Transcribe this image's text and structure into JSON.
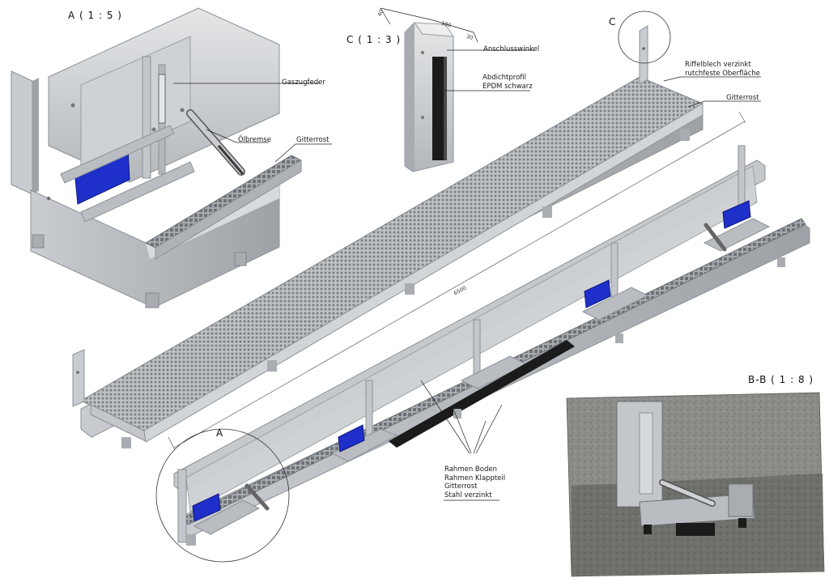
{
  "views": {
    "detail_a": "A ( 1 : 5 )",
    "detail_c": "C ( 1 : 3 )",
    "marker_c": "C",
    "marker_a": "A",
    "section_bb": "B-B ( 1 : 8 )"
  },
  "callouts": {
    "gaszugfeder": "Gaszugfeder",
    "oelbremse": "Ölbremse",
    "gitterrost_a": "Gitterrost",
    "anschlusswinkel": "Anschlusswinkel",
    "abdicht_1": "Abdichtprofil",
    "abdicht_2": "EPDM schwarz",
    "riffel_1": "Riffelblech verzinkt",
    "riffel_2": "rutchfeste Oberfläche",
    "gitterrost_main": "Gitterrost",
    "frame_1": "Rahmen Boden",
    "frame_2": "Rahmen Klappteil",
    "frame_3": "Gitterrost",
    "frame_4": "Stahl verzinkt"
  },
  "dimensions": {
    "length": "6500",
    "d40": "40",
    "d100": "100",
    "d30": "30"
  },
  "colors": {
    "steel_light": "#d9dcdf",
    "steel_mid": "#b8bcc0",
    "steel_dark": "#8d9195",
    "accent_blue": "#1f2fc9",
    "concrete": "#8a8a86",
    "seal_black": "#1b1b1b"
  }
}
